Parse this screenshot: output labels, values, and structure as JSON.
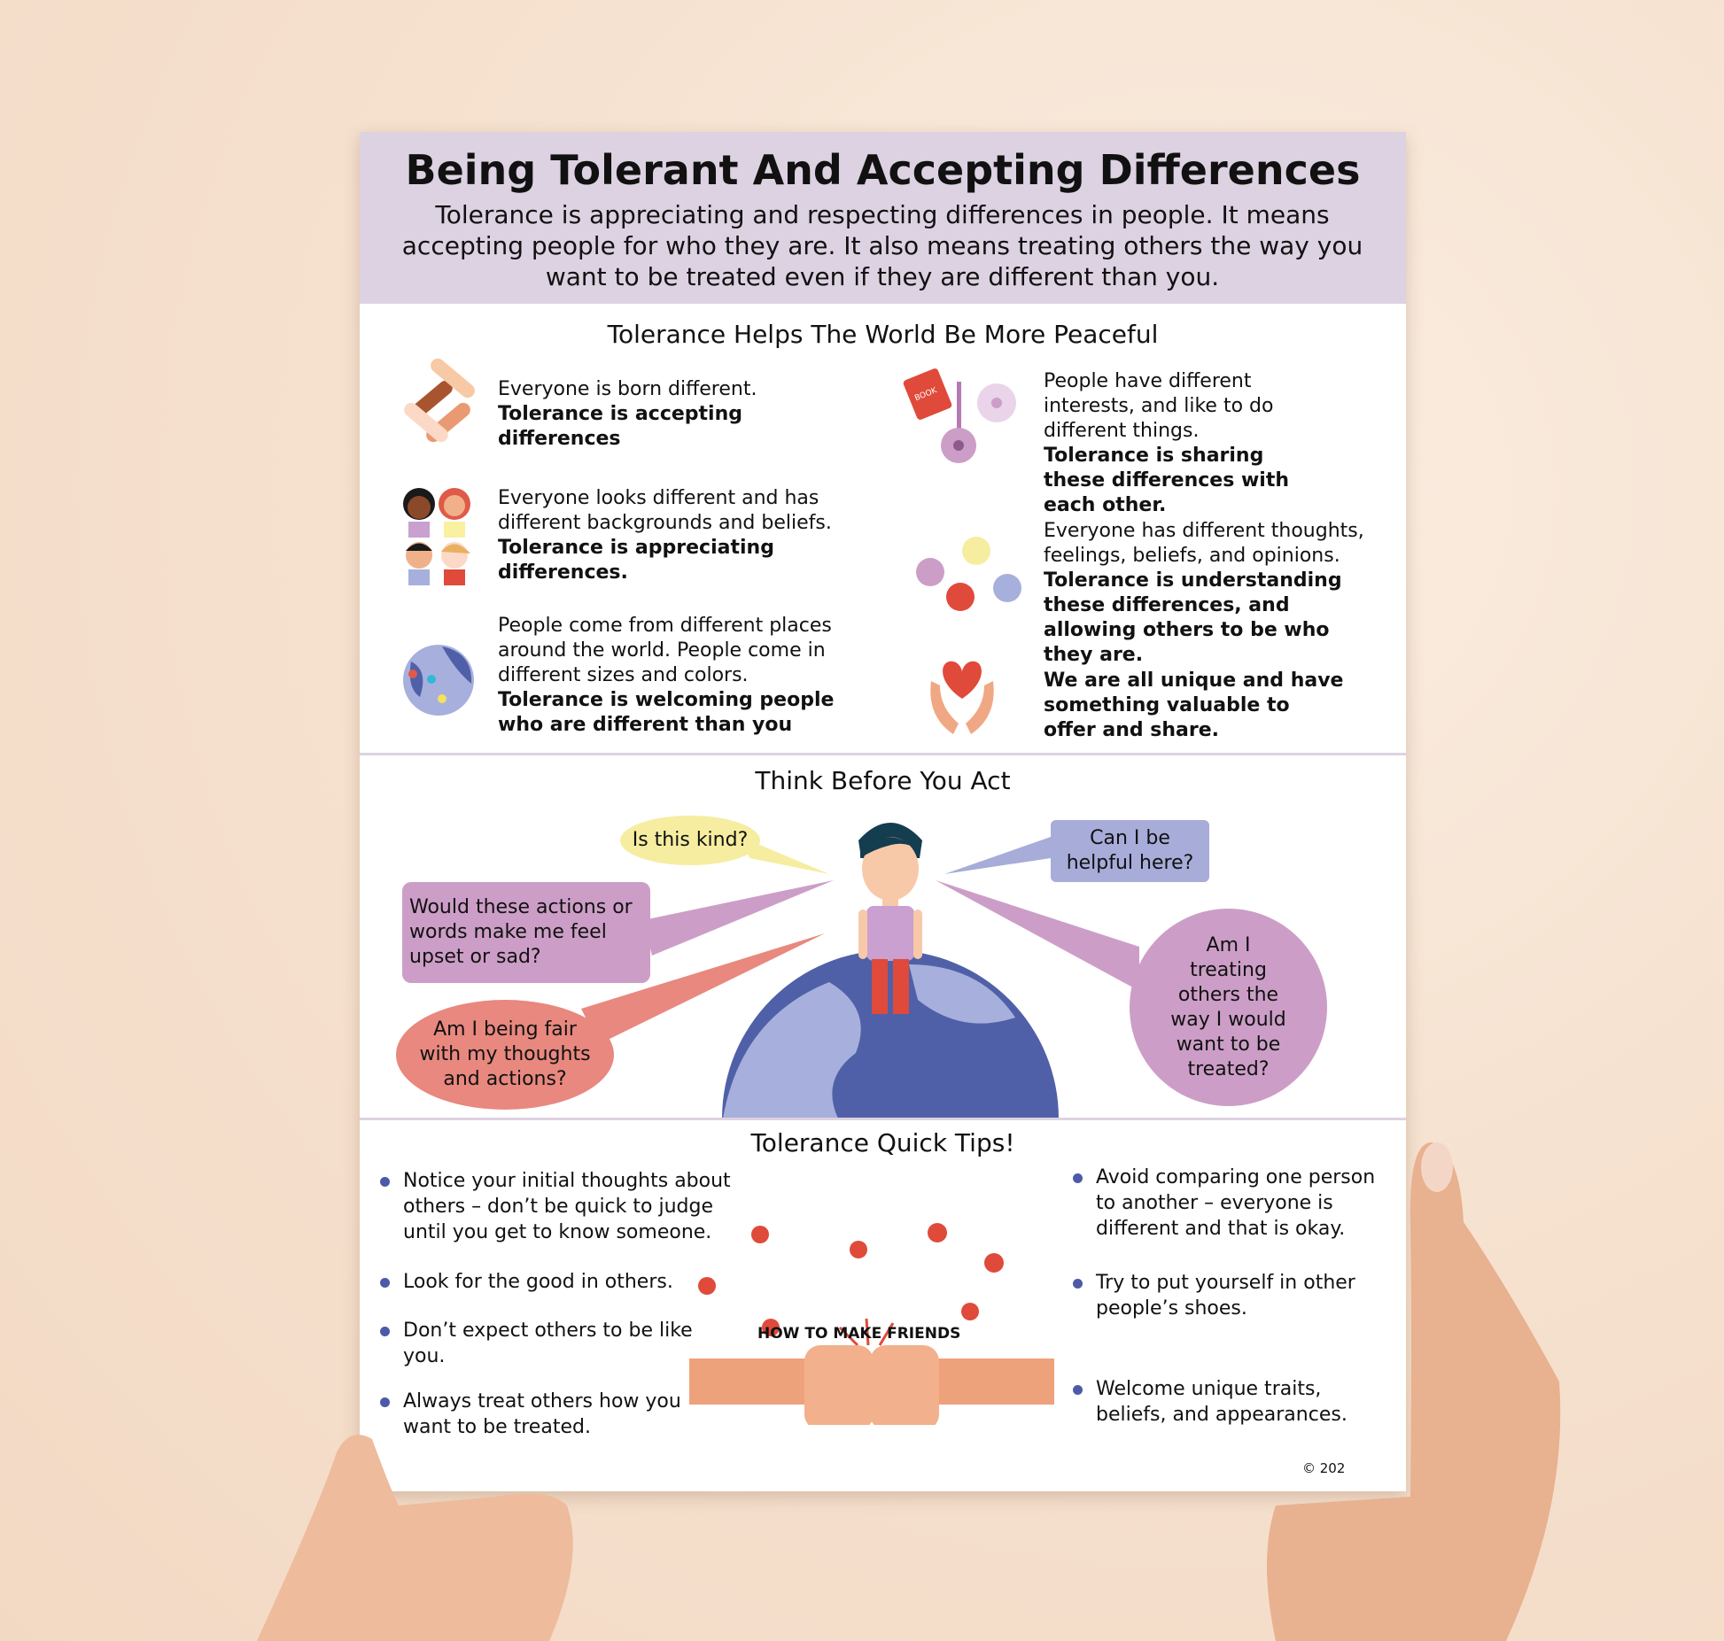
{
  "header": {
    "title": "Being Tolerant And Accepting Differences",
    "subtitle": "Tolerance is appreciating and respecting differences in people.  It means accepting people for who they are.  It also means treating others the way you want to be treated even if they are different than you."
  },
  "section1": {
    "title": "Tolerance Helps The World Be More Peaceful",
    "items": [
      {
        "icon": "joined-hands-icon",
        "text": "Everyone is born different.",
        "bold": "Tolerance is accepting differences"
      },
      {
        "icon": "diverse-people-icon",
        "text": "Everyone looks different and has different backgrounds and beliefs.",
        "bold": "Tolerance is appreciating differences."
      },
      {
        "icon": "globe-pins-icon",
        "text": "People come from different places around the world. People come in different sizes and colors.",
        "bold": "Tolerance is welcoming people who are different than you"
      },
      {
        "icon": "hobbies-icon",
        "text": "People have different interests, and like to do different things.",
        "bold": "Tolerance is sharing these differences with each other."
      },
      {
        "icon": "speech-bubbles-icon",
        "text": "Everyone has different thoughts, feelings, beliefs, and opinions.",
        "bold": "Tolerance is understanding these differences, and allowing others to be who they are."
      },
      {
        "icon": "heart-hands-icon",
        "text": "",
        "bold": "We are all unique and have something valuable to offer and share."
      }
    ],
    "book_label": "BOOK"
  },
  "section2": {
    "title": "Think Before You Act",
    "bubbles": [
      "Is this kind?",
      "Can I be helpful here?",
      "Would these actions or words make me feel upset or sad?",
      "Am I being fair with my thoughts and actions?",
      "Am I treating others the way I would want to be treated?"
    ]
  },
  "section3": {
    "title": "Tolerance Quick Tips!",
    "left": [
      "Notice your initial thoughts about others – don’t be quick to judge until you get to know someone.",
      "Look for the good in others.",
      "Don’t expect others to be  like you.",
      "Always treat others how you want to be treated."
    ],
    "right": [
      "Avoid comparing one person to another – everyone is different and that is okay.",
      "Try to put yourself in other people’s shoes.",
      "Welcome unique traits, beliefs, and appearances."
    ],
    "illustration_label": "HOW TO MAKE FRIENDS"
  },
  "footer": {
    "copyright": "© 202"
  },
  "colors": {
    "header_bg": "#ddd2e2",
    "bullet": "#4c5aa8",
    "bubble_yellow": "#f6eda0",
    "bubble_blue": "#a7acd9",
    "bubble_purple": "#cc9ec7",
    "bubble_coral": "#e8887f",
    "globe_dark": "#5060a8",
    "globe_light": "#a7b0dc"
  }
}
